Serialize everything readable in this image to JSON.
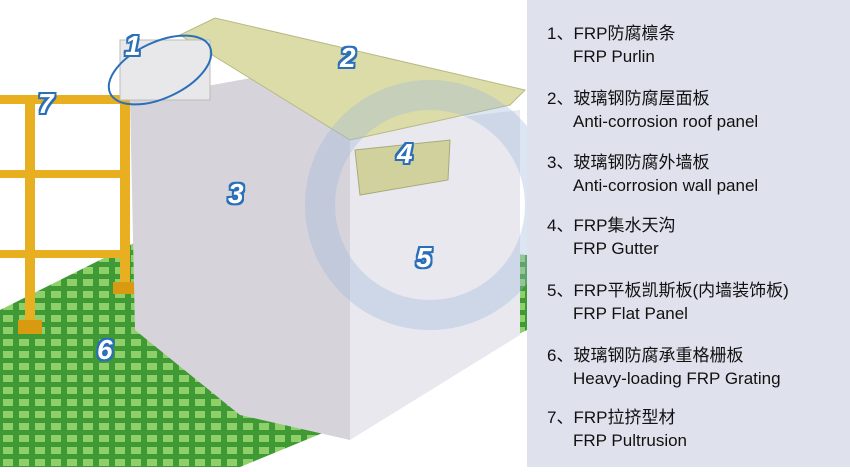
{
  "callouts": [
    "1",
    "2",
    "3",
    "4",
    "5",
    "6",
    "7"
  ],
  "legend": [
    {
      "zh": "1、FRP防腐檩条",
      "en": "FRP Purlin"
    },
    {
      "zh": "2、玻璃钢防腐屋面板",
      "en": "Anti-corrosion roof panel"
    },
    {
      "zh": "3、玻璃钢防腐外墙板",
      "en": "Anti-corrosion wall panel"
    },
    {
      "zh": "4、FRP集水天沟",
      "en": "FRP Gutter"
    },
    {
      "zh": "5、FRP平板凯斯板(内墙装饰板)",
      "en": "FRP Flat Panel"
    },
    {
      "zh": "6、玻璃钢防腐承重格栅板",
      "en": "Heavy-loading FRP Grating"
    },
    {
      "zh": "7、FRP拉挤型材",
      "en": "FRP Pultrusion"
    }
  ],
  "colors": {
    "panel_bg": "#dfe2ec",
    "callout_outline": "#2a6fb8",
    "grating": "#5fb845",
    "rail": "#e8b020",
    "wall": "#d9d6dc",
    "roof": "#dcdca8"
  }
}
